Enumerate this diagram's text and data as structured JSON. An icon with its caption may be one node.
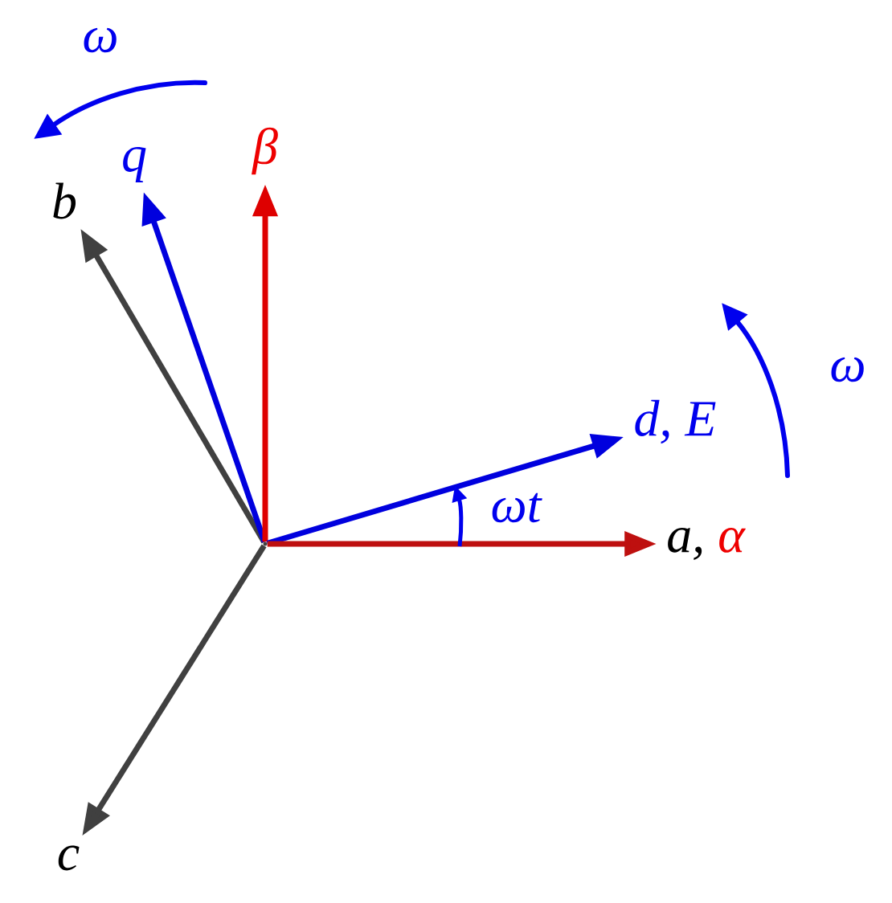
{
  "diagram": {
    "nodes": [
      {
        "text": [],
        "shape": "point"
      },
      {
        "text": [
          "b"
        ]
      },
      {
        "text": [
          "q"
        ]
      },
      {
        "text": [
          "β"
        ]
      },
      {
        "text": [
          "d, E"
        ]
      },
      {
        "text": [
          "a,",
          "α"
        ]
      },
      {
        "text": [
          "c"
        ]
      }
    ],
    "edges": [
      {
        "from": 0,
        "to": 1,
        "arrow": "to"
      },
      {
        "from": 0,
        "to": 2,
        "arrow": "to",
        "color": "#0000ee"
      },
      {
        "from": 0,
        "to": 3,
        "arrow": "to",
        "color": "#ee0000"
      },
      {
        "from": 0,
        "to": 4,
        "arrow": "to",
        "color": "#0000ee"
      },
      {
        "from": 0,
        "to": 5,
        "arrow": "to",
        "color": "#cc1010"
      },
      {
        "from": 0,
        "to": 6,
        "arrow": "to"
      }
    ],
    "labels": [
      "ω",
      "ω",
      "ωt"
    ]
  }
}
